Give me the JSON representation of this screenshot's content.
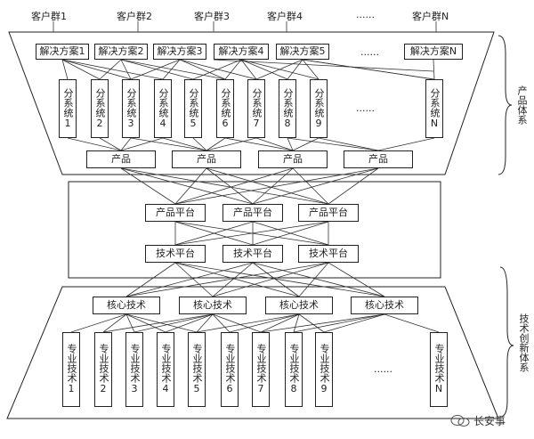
{
  "customers": [
    "客户群1",
    "客户群2",
    "客户群3",
    "客户群4",
    "......",
    "客户群N"
  ],
  "solutions": [
    "解决方案1",
    "解决方案2",
    "解决方案3",
    "解决方案4",
    "解决方案5",
    "......",
    "解决方案N"
  ],
  "subsystems": [
    {
      "line1": "分系统",
      "num": "1"
    },
    {
      "line1": "分系统",
      "num": "2"
    },
    {
      "line1": "分系统",
      "num": "3"
    },
    {
      "line1": "分系统",
      "num": "4"
    },
    {
      "line1": "分系统",
      "num": "5"
    },
    {
      "line1": "分系统",
      "num": "6"
    },
    {
      "line1": "分系统",
      "num": "7"
    },
    {
      "line1": "分系统",
      "num": "8"
    },
    {
      "line1": "分系统",
      "num": "9"
    },
    {
      "line1": "......",
      "num": ""
    },
    {
      "line1": "分系统",
      "num": "N"
    }
  ],
  "products": [
    "产品",
    "产品",
    "产品",
    "产品"
  ],
  "product_platforms": [
    "产品平台",
    "产品平台",
    "产品平台"
  ],
  "tech_platforms": [
    "技术平台",
    "技术平台",
    "技术平台"
  ],
  "core_tech": [
    "核心技术",
    "核心技术",
    "核心技术",
    "核心技术"
  ],
  "special_tech": [
    {
      "line1": "专业技术",
      "num": "1"
    },
    {
      "line1": "专业技术",
      "num": "2"
    },
    {
      "line1": "专业技术",
      "num": "3"
    },
    {
      "line1": "专业技术",
      "num": "4"
    },
    {
      "line1": "专业技术",
      "num": "5"
    },
    {
      "line1": "专业技术",
      "num": "6"
    },
    {
      "line1": "专业技术",
      "num": "7"
    },
    {
      "line1": "专业技术",
      "num": "8"
    },
    {
      "line1": "专业技术",
      "num": "9"
    },
    {
      "line1": "......",
      "num": ""
    },
    {
      "line1": "专业技术",
      "num": "N"
    }
  ],
  "side_labels": {
    "product_system": "产品体系",
    "tech_system": "技术创新体系"
  },
  "watermark": "长安事"
}
